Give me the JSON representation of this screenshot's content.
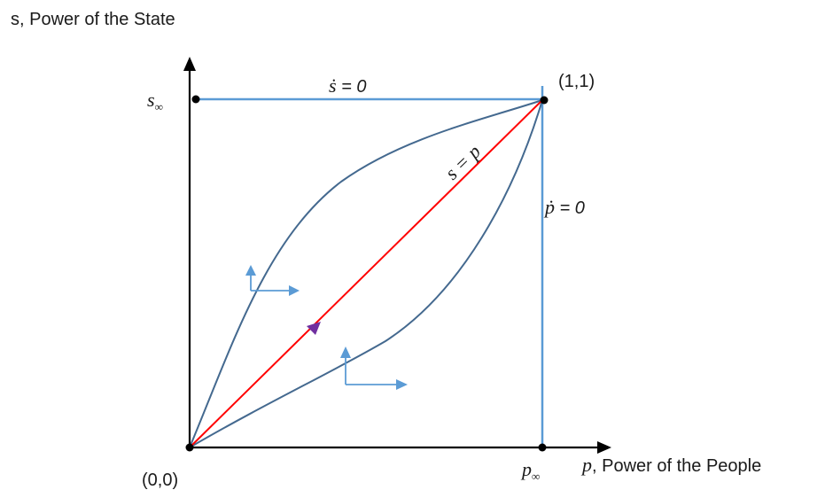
{
  "axes": {
    "y_label": "s, Power of the State",
    "x_label_var": "p",
    "x_label_rest": ", Power of the People"
  },
  "points": {
    "origin": "(0,0)",
    "corner": "(1,1)"
  },
  "ticks": {
    "s_inf_var": "s",
    "p_inf_var": "p",
    "inf_symbol": "∞"
  },
  "nullclines": {
    "s_dot_var": "ṡ",
    "p_dot_var": "ṗ",
    "eq_zero": " = 0"
  },
  "diagonal_label": "s = p",
  "colors": {
    "axis": "#000000",
    "nullcline": "#5b9bd5",
    "curve": "#44698f",
    "diagonal": "#ff0000",
    "diagonal_arrow": "#7030a0",
    "flow_arrow": "#5b9bd5",
    "point": "#000000"
  }
}
